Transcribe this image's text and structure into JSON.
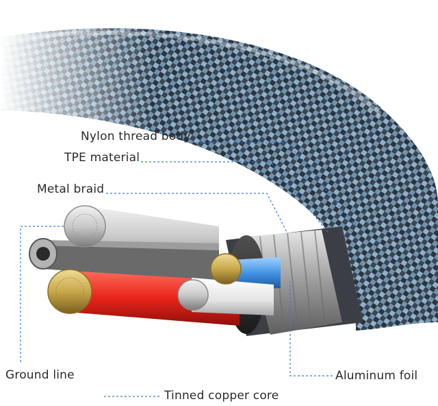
{
  "labels": {
    "nylon_thread_body": "Nylon thread body",
    "tpe_material": "TPE material",
    "metal_braid": "Metal braid",
    "ground_line": "Ground line",
    "tinned_copper_core": "Tinned copper core",
    "aluminum_foil": "Aluminum foil"
  },
  "colors": {
    "leader_line": "#3a7bd5",
    "braid_dark": "#2c3440",
    "braid_light": "#8fb0c8",
    "red_wire": "#e8231a",
    "blue_wire": "#3d8fe0",
    "white_wire": "#f2f2f2",
    "gold_strands": "#c8a84a",
    "silver_strands": "#c9c9c9"
  }
}
